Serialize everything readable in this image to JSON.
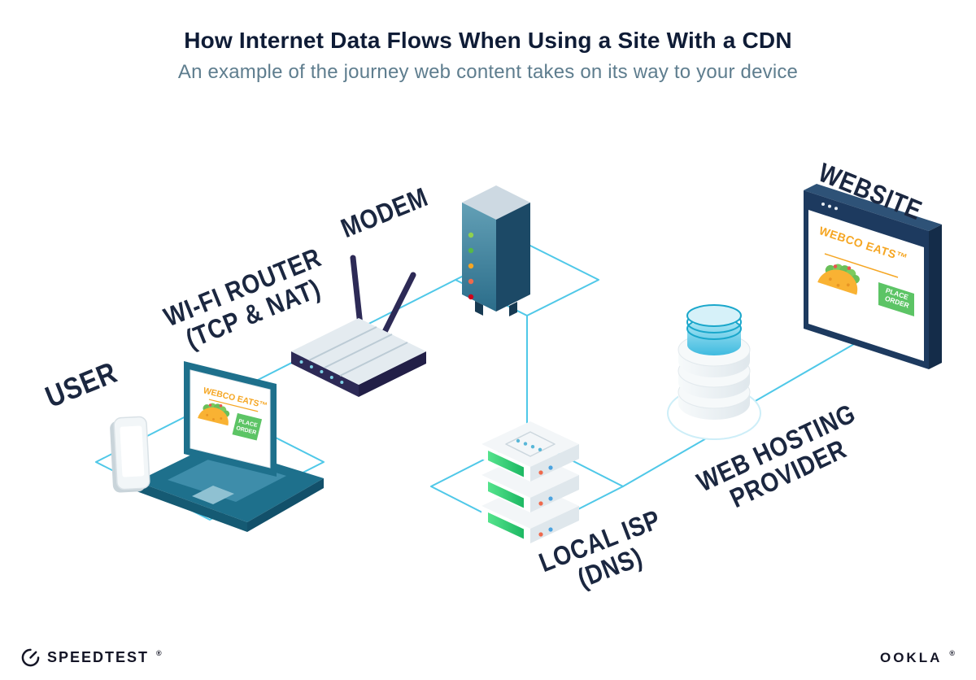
{
  "header": {
    "title": "How Internet Data Flows When Using a Site With a CDN",
    "subtitle": "An example of the journey web content takes on its way to your device"
  },
  "labels": {
    "user": "USER",
    "router_line1": "WI-FI ROUTER",
    "router_line2": "(TCP & NAT)",
    "modem": "MODEM",
    "isp_line1": "LOCAL ISP",
    "isp_line2": "(DNS)",
    "hosting_line1": "WEB HOSTING",
    "hosting_line2": "PROVIDER",
    "website": "WEBSITE"
  },
  "screens": {
    "site_name": "WEBCO EATS™",
    "button_line1": "PLACE",
    "button_line2": "ORDER"
  },
  "footer": {
    "speedtest": "SPEEDTEST",
    "speedtest_mark": "®",
    "ookla": "OOKLA",
    "ookla_mark": "®"
  },
  "colors": {
    "accent_cyan": "#4fc8e8",
    "navy_text": "#1b2740",
    "title_navy": "#0f1c36",
    "subtitle_gray": "#5e7d8e",
    "brand_orange": "#f5a623",
    "brand_green": "#5cc465",
    "device_teal": "#1e708c",
    "router_indigo": "#2d2a56"
  }
}
